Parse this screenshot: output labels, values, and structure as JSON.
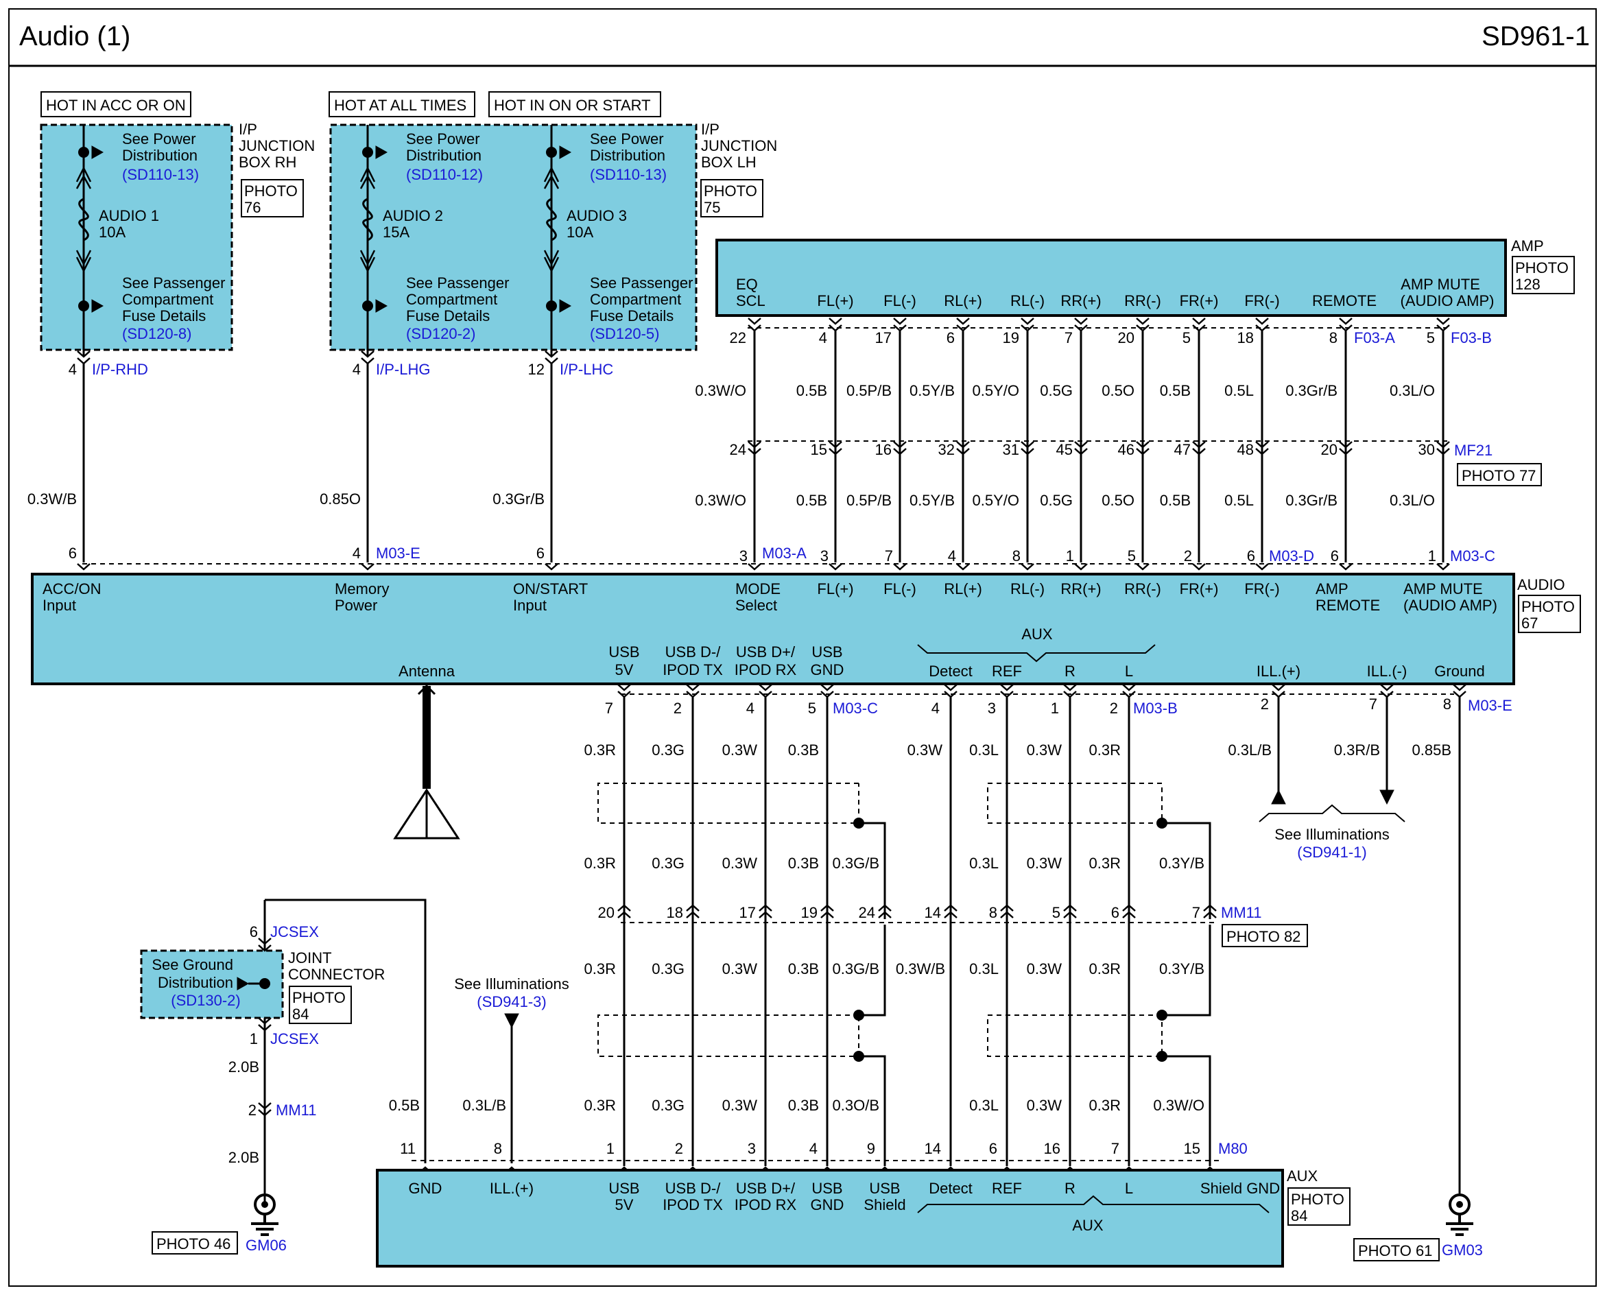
{
  "header": {
    "title": "Audio (1)",
    "code": "SD961-1"
  },
  "colors": {
    "component_fill": "#7fcde0",
    "link_blue": "#1a1ad6",
    "wire": "#000000"
  },
  "supply": {
    "acc_label": "HOT IN ACC OR ON",
    "all_label": "HOT AT ALL TIMES",
    "on_label": "HOT IN ON OR START",
    "see_power": [
      "See Power",
      "Distribution"
    ],
    "see_fuse": [
      "See Passenger",
      "Compartment",
      "Fuse Details"
    ],
    "rh_box": [
      "I/P",
      "JUNCTION",
      "BOX RH"
    ],
    "lh_box": [
      "I/P",
      "JUNCTION",
      "BOX LH"
    ],
    "photo": "PHOTO",
    "fuses": [
      {
        "name": "AUDIO 1",
        "rating": "10A",
        "power_ref": "(SD110-13)",
        "fuse_ref": "(SD120-8)",
        "pin": "4",
        "conn": "I/P-RHD",
        "wire": "0.3W/B",
        "audio_pin": "6"
      },
      {
        "name": "AUDIO 2",
        "rating": "15A",
        "power_ref": "(SD110-12)",
        "fuse_ref": "(SD120-2)",
        "pin": "4",
        "conn": "I/P-LHG",
        "wire": "0.85O",
        "audio_pin": "4"
      },
      {
        "name": "AUDIO 3",
        "rating": "10A",
        "power_ref": "(SD110-13)",
        "fuse_ref": "(SD120-5)",
        "pin": "12",
        "conn": "I/P-LHC",
        "wire": "0.3Gr/B",
        "audio_pin": "6"
      }
    ],
    "rh_photo": "76",
    "lh_photo": "75"
  },
  "amp": {
    "name": "AMP",
    "photo": "128",
    "terminals": [
      {
        "label": [
          "EQ",
          "SCL"
        ],
        "pin": "22",
        "wire": "0.3W/O",
        "mf": "24",
        "audio_pin": "3"
      },
      {
        "label": [
          "FL(+)"
        ],
        "pin": "4",
        "wire": "0.5B",
        "mf": "15",
        "audio_pin": "3"
      },
      {
        "label": [
          "FL(-)"
        ],
        "pin": "17",
        "wire": "0.5P/B",
        "mf": "16",
        "audio_pin": "7"
      },
      {
        "label": [
          "RL(+)"
        ],
        "pin": "6",
        "wire": "0.5Y/B",
        "mf": "32",
        "audio_pin": "4"
      },
      {
        "label": [
          "RL(-)"
        ],
        "pin": "19",
        "wire": "0.5Y/O",
        "mf": "31",
        "audio_pin": "8"
      },
      {
        "label": [
          "RR(+)"
        ],
        "pin": "7",
        "wire": "0.5G",
        "mf": "45",
        "audio_pin": "1"
      },
      {
        "label": [
          "RR(-)"
        ],
        "pin": "20",
        "wire": "0.5O",
        "mf": "46",
        "audio_pin": "5"
      },
      {
        "label": [
          "FR(+)"
        ],
        "pin": "5",
        "wire": "0.5B",
        "mf": "47",
        "audio_pin": "2"
      },
      {
        "label": [
          "FR(-)"
        ],
        "pin": "18",
        "wire": "0.5L",
        "mf": "48",
        "audio_pin": "6"
      },
      {
        "label": [
          "REMOTE"
        ],
        "pin": "8",
        "wire": "0.3Gr/B",
        "mf": "20",
        "audio_pin": "6"
      },
      {
        "label": [
          "AMP MUTE",
          "(AUDIO AMP)"
        ],
        "pin": "5",
        "wire": "0.3L/O",
        "mf": "30",
        "audio_pin": "1"
      }
    ],
    "conn_a": "F03-A",
    "conn_b": "F03-B",
    "mf_conn": "MF21",
    "mf_photo": "PHOTO 77"
  },
  "audio": {
    "name": "AUDIO",
    "photo": "67",
    "top_labels": [
      [
        "ACC/ON",
        "Input"
      ],
      [
        "Memory",
        "Power"
      ],
      [
        "ON/START",
        "Input"
      ],
      [
        "MODE",
        "Select"
      ],
      [
        "FL(+)"
      ],
      [
        "FL(-)"
      ],
      [
        "RL(+)"
      ],
      [
        "RL(-)"
      ],
      [
        "RR(+)"
      ],
      [
        "RR(-)"
      ],
      [
        "FR(+)"
      ],
      [
        "FR(-)"
      ],
      [
        "AMP",
        "REMOTE"
      ],
      [
        "AMP MUTE",
        "(AUDIO AMP)"
      ]
    ],
    "top_conns": [
      "M03-E",
      "M03-A",
      "M03-D",
      "M03-C"
    ],
    "antenna": "Antenna",
    "bottom_labels": [
      [
        "USB",
        "5V"
      ],
      [
        "USB D-/",
        "IPOD TX"
      ],
      [
        "USB D+/",
        "IPOD RX"
      ],
      [
        "USB",
        "GND"
      ],
      [
        "Detect"
      ],
      [
        "REF"
      ],
      [
        "R"
      ],
      [
        "L"
      ],
      [
        "ILL.(+)"
      ],
      [
        "ILL.(-)"
      ],
      [
        "Ground"
      ]
    ],
    "aux_label": "AUX",
    "bottom_pins": [
      "7",
      "2",
      "4",
      "5",
      "4",
      "3",
      "1",
      "2",
      "2",
      "7",
      "8"
    ],
    "bottom_conns": [
      "M03-C",
      "M03-B",
      "M03-E"
    ]
  },
  "wires": {
    "usb_top": [
      "0.3R",
      "0.3G",
      "0.3W",
      "0.3B"
    ],
    "aux_top": [
      "0.3W",
      "0.3L",
      "0.3W",
      "0.3R"
    ],
    "usb_mid": [
      "0.3R",
      "0.3G",
      "0.3W",
      "0.3B",
      "0.3G/B"
    ],
    "aux_mid": [
      "0.3L",
      "0.3W",
      "0.3R",
      "0.3Y/B"
    ],
    "mm_pins": [
      "20",
      "18",
      "17",
      "19",
      "24",
      "14",
      "8",
      "5",
      "6",
      "7"
    ],
    "mm_conn": "MM11",
    "mm_photo": "PHOTO 82",
    "usb_low": [
      "0.3R",
      "0.3G",
      "0.3W",
      "0.3B",
      "0.3G/B",
      "0.3W/B"
    ],
    "aux_low": [
      "0.3L",
      "0.3W",
      "0.3R",
      "0.3Y/B"
    ],
    "usb_bot": [
      "0.3R",
      "0.3G",
      "0.3W",
      "0.3B",
      "0.3O/B"
    ],
    "aux_bot": [
      "0.3L",
      "0.3W",
      "0.3R",
      "0.3W/O"
    ],
    "ill_wires": [
      "0.3L/B",
      "0.3R/B"
    ],
    "ground_wire": "0.85B",
    "aux_gnd_wire": "0.5B",
    "aux_ill_wire": "0.3L/B"
  },
  "illum": {
    "see": "See Illuminations",
    "ref_right": "(SD941-1)",
    "ref_left": "(SD941-3)"
  },
  "aux_unit": {
    "name": "AUX",
    "photo": "84",
    "labels": [
      [
        "GND"
      ],
      [
        "ILL.(+)"
      ],
      [
        "USB",
        "5V"
      ],
      [
        "USB D-/",
        "IPOD TX"
      ],
      [
        "USB D+/",
        "IPOD RX"
      ],
      [
        "USB",
        "GND"
      ],
      [
        "USB",
        "Shield"
      ],
      [
        "Detect"
      ],
      [
        "REF"
      ],
      [
        "R"
      ],
      [
        "L"
      ],
      [
        "Shield GND"
      ]
    ],
    "pins": [
      "11",
      "8",
      "1",
      "2",
      "3",
      "4",
      "9",
      "14",
      "6",
      "16",
      "7",
      "15"
    ],
    "conn": "M80",
    "sub_label": "AUX"
  },
  "ground": {
    "see": [
      "See Ground",
      "Distribution"
    ],
    "ref": "(SD130-2)",
    "joint": [
      "JOINT",
      "CONNECTOR"
    ],
    "joint_photo": "84",
    "jc_top_pin": "6",
    "jc_bot_pin": "1",
    "jc_conn": "JCSEX",
    "wire": "2.0B",
    "mm_pin": "2",
    "mm_conn": "MM11",
    "gm06": "GM06",
    "gm06_photo": "PHOTO 46",
    "gm03": "GM03",
    "gm03_photo": "PHOTO 61"
  }
}
